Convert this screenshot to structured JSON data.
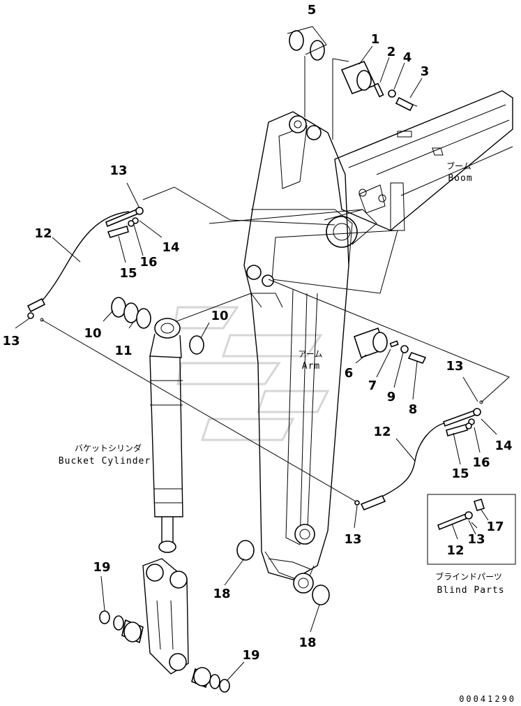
{
  "callouts": [
    {
      "key": "c5",
      "text": "5"
    },
    {
      "key": "c1",
      "text": "1"
    },
    {
      "key": "c2",
      "text": "2"
    },
    {
      "key": "c4",
      "text": "4"
    },
    {
      "key": "c3",
      "text": "3"
    },
    {
      "key": "c13a",
      "text": "13"
    },
    {
      "key": "c12a",
      "text": "12"
    },
    {
      "key": "c14a",
      "text": "14"
    },
    {
      "key": "c16a",
      "text": "16"
    },
    {
      "key": "c15a",
      "text": "15"
    },
    {
      "key": "c10a",
      "text": "10"
    },
    {
      "key": "c10b",
      "text": "10"
    },
    {
      "key": "c11",
      "text": "11"
    },
    {
      "key": "c13b",
      "text": "13"
    },
    {
      "key": "c6",
      "text": "6"
    },
    {
      "key": "c7",
      "text": "7"
    },
    {
      "key": "c9",
      "text": "9"
    },
    {
      "key": "c8",
      "text": "8"
    },
    {
      "key": "c13c",
      "text": "13"
    },
    {
      "key": "c12b",
      "text": "12"
    },
    {
      "key": "c14b",
      "text": "14"
    },
    {
      "key": "c16b",
      "text": "16"
    },
    {
      "key": "c15b",
      "text": "15"
    },
    {
      "key": "c13d",
      "text": "13"
    },
    {
      "key": "c17",
      "text": "17"
    },
    {
      "key": "c12c",
      "text": "12"
    },
    {
      "key": "c13e",
      "text": "13"
    },
    {
      "key": "c19a",
      "text": "19"
    },
    {
      "key": "c18a",
      "text": "18"
    },
    {
      "key": "c18b",
      "text": "18"
    },
    {
      "key": "c19b",
      "text": "19"
    }
  ],
  "labels": {
    "boom_jp": "ブーム",
    "boom_en": "Boom",
    "arm_jp": "アーム",
    "arm_en": "Arm",
    "cyl_jp": "バケットシリンダ",
    "cyl_en": "Bucket Cylinder",
    "blind_jp": "ブラインドパーツ",
    "blind_en": "Blind Parts"
  },
  "drawing_code": "00041290"
}
